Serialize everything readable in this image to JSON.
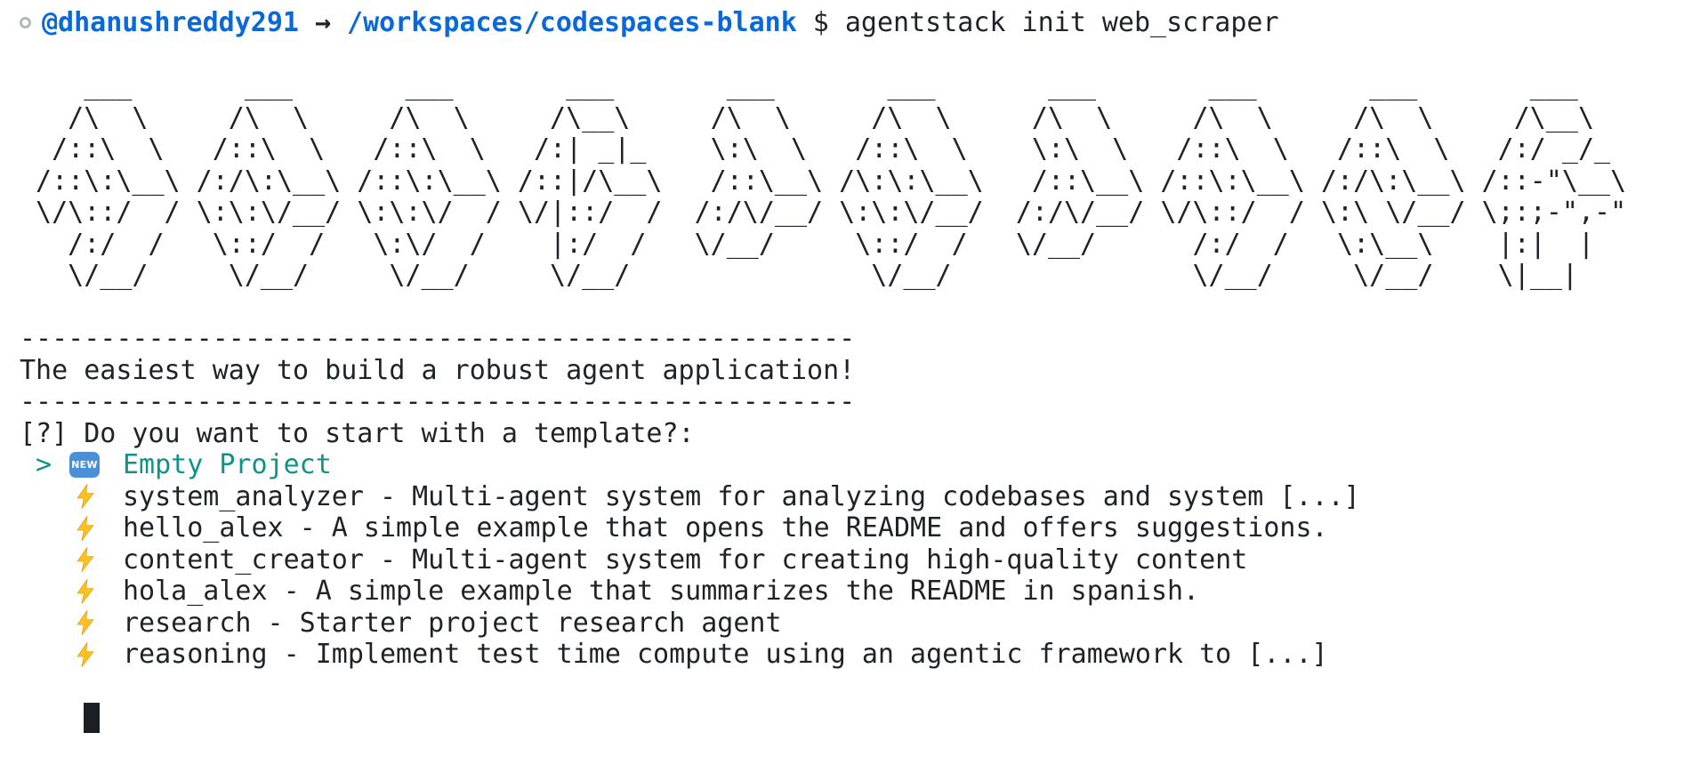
{
  "colors": {
    "background": "#ffffff",
    "foreground": "#1f2328",
    "prompt_blue": "#0969da",
    "selection_teal": "#0d9488",
    "badge_blue": "#4a90d9",
    "bolt_yellow": "#fcc21f",
    "cursor": "#1b1f23",
    "prompt_circle_gray": "#b0b8c0"
  },
  "prompt": {
    "username": "@dhanushreddy291",
    "arrow": "→",
    "path": "/workspaces/codespaces-blank",
    "dollar": "$",
    "command": "agentstack init web_scraper"
  },
  "banner": {
    "lines": [
      "    ___       ___       ___       ___       ___       ___       ___       ___       ___       ___   ",
      "   /\\  \\     /\\  \\     /\\  \\     /\\__\\     /\\  \\     /\\  \\     /\\  \\     /\\  \\     /\\  \\     /\\__\\  ",
      "  /::\\  \\   /::\\  \\   /::\\  \\   /:| _|_    \\:\\  \\   /::\\  \\    \\:\\  \\   /::\\  \\   /::\\  \\   /:/ _/_ ",
      " /::\\:\\__\\ /:/\\:\\__\\ /::\\:\\__\\ /::|/\\__\\   /::\\__\\ /\\:\\:\\__\\   /::\\__\\ /::\\:\\__\\ /:/\\:\\__\\ /::-\"\\__\\",
      " \\/\\::/  / \\:\\:\\/__/ \\:\\:\\/  / \\/|::/  /  /:/\\/__/ \\:\\:\\/__/  /:/\\/__/ \\/\\::/  / \\:\\ \\/__/ \\;:;-\",-\"",
      "   /:/  /   \\::/  /   \\:\\/  /    |:/  /   \\/__/     \\::/  /   \\/__/      /:/  /   \\:\\__\\    |:|  |  ",
      "   \\/__/     \\/__/     \\/__/     \\/__/               \\/__/               \\/__/     \\/__/    \\|__|   "
    ]
  },
  "message": {
    "divider": "----------------------------------------------------",
    "tagline": "The easiest way to build a robust agent application!"
  },
  "wizard": {
    "question": "[?] Do you want to start with a template?:",
    "selected": {
      "marker": ">",
      "badge_text": "NEW",
      "label": "Empty Project"
    },
    "options": [
      {
        "text": "system_analyzer - Multi-agent system for analyzing codebases and system [...]"
      },
      {
        "text": "hello_alex - A simple example that opens the README and offers suggestions."
      },
      {
        "text": "content_creator - Multi-agent system for creating high-quality content"
      },
      {
        "text": "hola_alex - A simple example that summarizes the README in spanish."
      },
      {
        "text": "research - Starter project research agent"
      },
      {
        "text": "reasoning - Implement test time compute using an agentic framework to [...]"
      }
    ]
  }
}
